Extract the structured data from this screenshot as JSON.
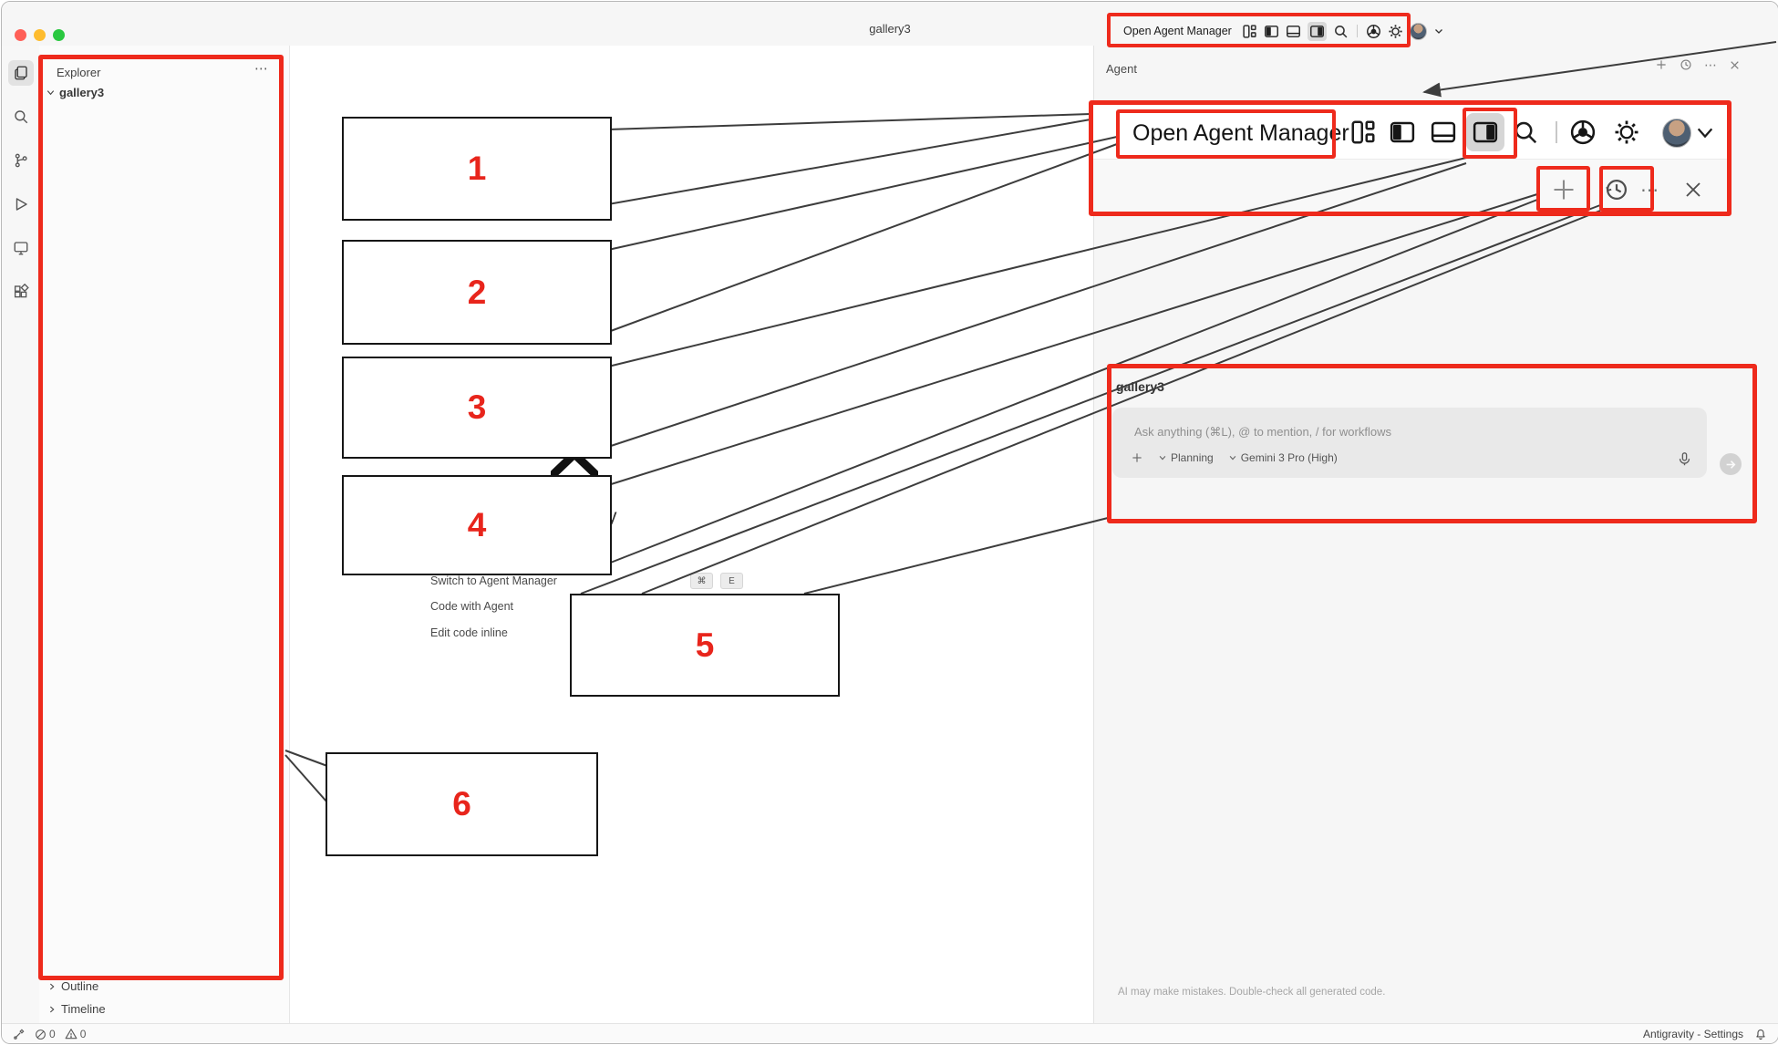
{
  "window": {
    "title": "gallery3"
  },
  "titlebar": {
    "open_agent_manager": "Open Agent Manager"
  },
  "sidebar": {
    "header": "Explorer",
    "menu_dots": "⋯",
    "root_item": "gallery3",
    "outline": "Outline",
    "timeline": "Timeline"
  },
  "editor": {
    "logo_partial_text": "y",
    "welcome": [
      {
        "label": "Switch to Agent Manager",
        "keys": [
          "⌘",
          "E"
        ]
      },
      {
        "label": "Code with Agent"
      },
      {
        "label": "Edit code inline"
      }
    ]
  },
  "agent": {
    "title": "Agent",
    "magnified_label": "Open Agent Manager",
    "magnified_dots": "⋯",
    "header_dots": "⋯",
    "chat_title": "gallery3",
    "input_placeholder": "Ask anything (⌘L), @ to mention, / for workflows",
    "mode": "Planning",
    "model": "Gemini 3 Pro (High)",
    "footer": "AI may make mistakes. Double-check all generated code."
  },
  "callouts": [
    "1",
    "2",
    "3",
    "4",
    "5",
    "6"
  ],
  "status_bar": {
    "errors": "0",
    "warnings": "0",
    "right_label": "Antigravity - Settings"
  },
  "colors": {
    "annotation_red": "#ee2a1c",
    "callout_number_red": "#e8251c",
    "traffic_close": "#ff5f57",
    "traffic_min": "#febc2e",
    "traffic_zoom": "#2ac840"
  }
}
